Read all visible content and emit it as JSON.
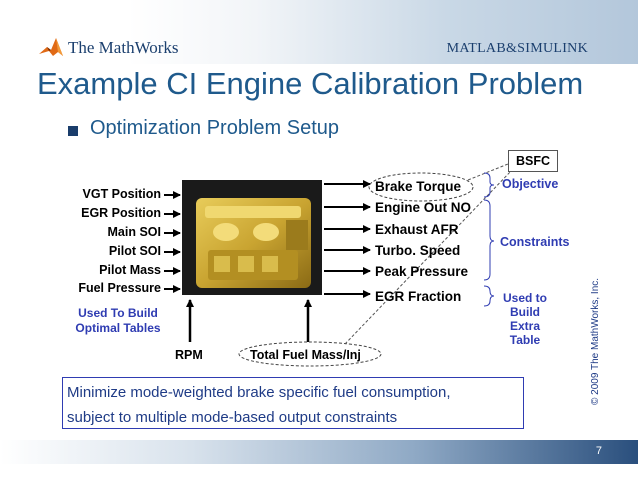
{
  "header": {
    "company": "The MathWorks",
    "products": "MATLAB&SIMULINK"
  },
  "title": "Example CI Engine Calibration Problem",
  "subtitle": "Optimization Problem Setup",
  "inputs": [
    "VGT Position",
    "EGR Position",
    "Main SOI",
    "Pilot SOI",
    "Pilot Mass",
    "Fuel Pressure"
  ],
  "tables_note": [
    "Used To Build",
    "Optimal Tables"
  ],
  "bottom_inputs": [
    "RPM",
    "Total Fuel Mass/Inj"
  ],
  "outputs": [
    "Brake Torque",
    "Engine Out NO",
    "Exhaust AFR",
    "Turbo. Speed",
    "Peak Pressure",
    "EGR Fraction"
  ],
  "bsfc": "BSFC",
  "categories": {
    "objective": "Objective",
    "constraints": "Constraints",
    "extra": [
      "Used to",
      "Build",
      "Extra",
      "Table"
    ]
  },
  "goal": [
    "Minimize mode-weighted brake specific fuel consumption,",
    "subject to multiple mode-based output constraints"
  ],
  "copyright": "© 2009 The MathWorks, Inc.",
  "page_number": "7",
  "colors": {
    "title": "#1f5a8c",
    "accent": "#2f3cb2",
    "engine": "#d7b63a"
  }
}
